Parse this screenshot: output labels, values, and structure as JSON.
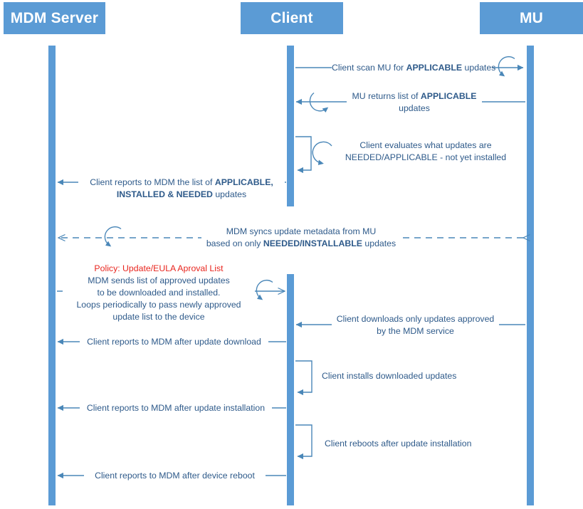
{
  "diagram": {
    "title": "MDM Update Sequence Diagram",
    "type": "sequence-diagram",
    "colors": {
      "actor_fill": "#5B9BD5",
      "lifeline": "#5B9BD5",
      "arrow": "#4A87B8",
      "text": "#2E5A8A",
      "policy_text": "#E8251E",
      "background": "#FFFFFF"
    }
  },
  "actors": [
    {
      "id": "mdm",
      "label": "MDM Server"
    },
    {
      "id": "client",
      "label": "Client"
    },
    {
      "id": "mu",
      "label": "MU"
    }
  ],
  "messages": [
    {
      "id": "m1",
      "from": "client",
      "to": "mu",
      "style": "solid",
      "direction": "right",
      "loop": true,
      "lines": [
        [
          {
            "t": "Client scan MU for ",
            "b": false
          },
          {
            "t": "APPLICABLE",
            "b": true
          },
          {
            "t": " updates",
            "b": false
          }
        ]
      ]
    },
    {
      "id": "m2",
      "from": "mu",
      "to": "client",
      "style": "solid",
      "direction": "left",
      "loop": true,
      "lines": [
        [
          {
            "t": "MU returns list of ",
            "b": false
          },
          {
            "t": "APPLICABLE",
            "b": true
          }
        ],
        [
          {
            "t": "updates",
            "b": false
          }
        ]
      ]
    },
    {
      "id": "m3",
      "from": "client",
      "to": "client",
      "style": "self",
      "direction": "self",
      "loop": true,
      "lines": [
        [
          {
            "t": "Client evaluates what updates are",
            "b": false
          }
        ],
        [
          {
            "t": "NEEDED/APPLICABLE - not yet installed",
            "b": false
          }
        ]
      ]
    },
    {
      "id": "m4",
      "from": "client",
      "to": "mdm",
      "style": "solid",
      "direction": "left",
      "loop": false,
      "lines": [
        [
          {
            "t": "Client reports to MDM the list of ",
            "b": false
          },
          {
            "t": "APPLICABLE,",
            "b": true
          }
        ],
        [
          {
            "t": "INSTALLED & NEEDED",
            "b": true
          },
          {
            "t": " updates",
            "b": false
          }
        ]
      ]
    },
    {
      "id": "m5",
      "from": "mdm",
      "to": "mu",
      "style": "dashed",
      "direction": "both",
      "loop": true,
      "lines": [
        [
          {
            "t": "MDM syncs update metadata from MU",
            "b": false
          }
        ],
        [
          {
            "t": "based on only ",
            "b": false
          },
          {
            "t": "NEEDED/INSTALLABLE",
            "b": true
          },
          {
            "t": " updates",
            "b": false
          }
        ]
      ]
    },
    {
      "id": "m6",
      "from": "mdm",
      "to": "client",
      "style": "solid",
      "direction": "right",
      "loop": true,
      "lines": [
        [
          {
            "t": "Policy: Update/EULA Aproval List",
            "b": false,
            "policy": true
          }
        ],
        [
          {
            "t": "MDM sends list of approved updates",
            "b": false
          }
        ],
        [
          {
            "t": "to be downloaded and installed.",
            "b": false
          }
        ],
        [
          {
            "t": "Loops periodically to pass newly approved",
            "b": false
          }
        ],
        [
          {
            "t": "update list to the device",
            "b": false
          }
        ]
      ]
    },
    {
      "id": "m7",
      "from": "mu",
      "to": "client",
      "style": "solid",
      "direction": "left",
      "loop": false,
      "lines": [
        [
          {
            "t": "Client downloads only updates approved",
            "b": false
          }
        ],
        [
          {
            "t": "by the MDM service",
            "b": false
          }
        ]
      ]
    },
    {
      "id": "m8",
      "from": "client",
      "to": "mdm",
      "style": "solid",
      "direction": "left",
      "loop": false,
      "lines": [
        [
          {
            "t": "Client reports to MDM after update download",
            "b": false
          }
        ]
      ]
    },
    {
      "id": "m9",
      "from": "client",
      "to": "client",
      "style": "self",
      "direction": "self",
      "loop": false,
      "lines": [
        [
          {
            "t": "Client installs downloaded updates",
            "b": false
          }
        ]
      ]
    },
    {
      "id": "m10",
      "from": "client",
      "to": "mdm",
      "style": "solid",
      "direction": "left",
      "loop": false,
      "lines": [
        [
          {
            "t": "Client reports to MDM after update installation",
            "b": false
          }
        ]
      ]
    },
    {
      "id": "m11",
      "from": "client",
      "to": "client",
      "style": "self",
      "direction": "self",
      "loop": false,
      "lines": [
        [
          {
            "t": "Client reboots after update installation",
            "b": false
          }
        ]
      ]
    },
    {
      "id": "m12",
      "from": "client",
      "to": "mdm",
      "style": "solid",
      "direction": "left",
      "loop": false,
      "lines": [
        [
          {
            "t": "Client reports to MDM after device reboot",
            "b": false
          }
        ]
      ]
    }
  ]
}
